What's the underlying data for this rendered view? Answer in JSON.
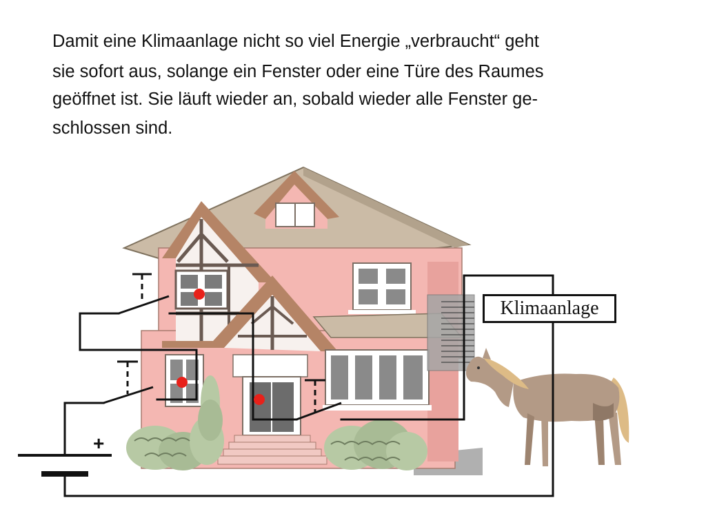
{
  "paragraph": {
    "lines": [
      "Damit eine Klimaanlage nicht so viel Energie „verbraucht“ geht",
      "sie sofort aus, solange ein Fenster oder eine Türe des Raumes",
      "geöffnet ist. Sie läuft wieder an, sobald wieder alle Fenster ge-",
      "schlossen sind."
    ]
  },
  "labels": {
    "device": "Klimaanlage",
    "battery_plus": "+"
  },
  "colors": {
    "wall": "#f4b7b2",
    "roof": "#cbbba6",
    "timber": "#b58466",
    "wire": "#111111",
    "contact_dot": "#e8211a",
    "bush": "#b7c9a4",
    "horse_body": "#b39a86",
    "horse_mane": "#ddbb86"
  }
}
